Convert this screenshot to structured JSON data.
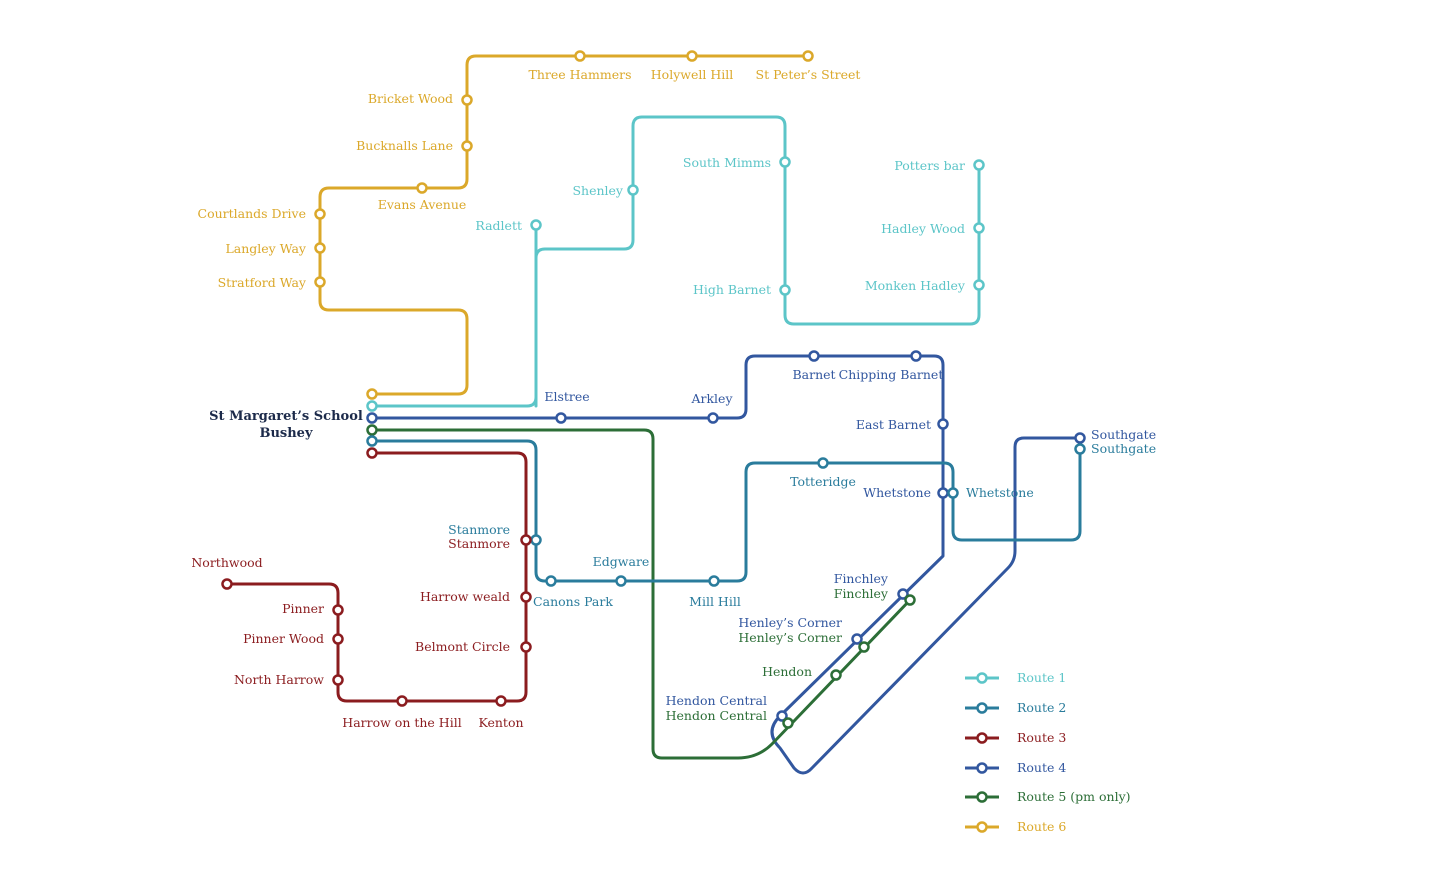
{
  "colors": {
    "route1": "#5cc5c8",
    "route2": "#2a7c9c",
    "route3": "#8b1c1f",
    "route4": "#32579f",
    "route5": "#2c6e37",
    "route6": "#dba82a",
    "school": "#1c2a4a"
  },
  "school": {
    "line1": "St Margaret’s School",
    "line2": "Bushey"
  },
  "stations": {
    "three_hammers": "Three Hammers",
    "holywell_hill": "Holywell Hill",
    "st_peters_street": "St Peter’s Street",
    "bricket_wood": "Bricket Wood",
    "bucknalls_lane": "Bucknalls Lane",
    "evans_avenue": "Evans Avenue",
    "courtlands_drive": "Courtlands Drive",
    "langley_way": "Langley Way",
    "stratford_way": "Stratford Way",
    "radlett": "Radlett",
    "shenley": "Shenley",
    "south_mimms": "South Mimms",
    "high_barnet": "High Barnet",
    "potters_bar": "Potters bar",
    "hadley_wood": "Hadley Wood",
    "monken_hadley": "Monken Hadley",
    "elstree": "Elstree",
    "arkley": "Arkley",
    "barnet": "Barnet",
    "chipping_barnet": "Chipping Barnet",
    "east_barnet": "East Barnet",
    "southgate": "Southgate",
    "totteridge": "Totteridge",
    "whetstone": "Whetstone",
    "stanmore": "Stanmore",
    "edgware": "Edgware",
    "canons_park": "Canons Park",
    "mill_hill": "Mill Hill",
    "finchley": "Finchley",
    "henleys_corner": "Henley’s Corner",
    "hendon": "Hendon",
    "hendon_central": "Hendon Central",
    "northwood": "Northwood",
    "pinner": "Pinner",
    "pinner_wood": "Pinner Wood",
    "north_harrow": "North Harrow",
    "harrow_weald": "Harrow weald",
    "belmont_circle": "Belmont Circle",
    "harrow_on_the_hill": "Harrow on the Hill",
    "kenton": "Kenton"
  },
  "legend": [
    {
      "label": "Route 1"
    },
    {
      "label": "Route 2"
    },
    {
      "label": "Route 3"
    },
    {
      "label": "Route 4"
    },
    {
      "label": "Route 5 (pm only)"
    },
    {
      "label": "Route 6"
    }
  ]
}
